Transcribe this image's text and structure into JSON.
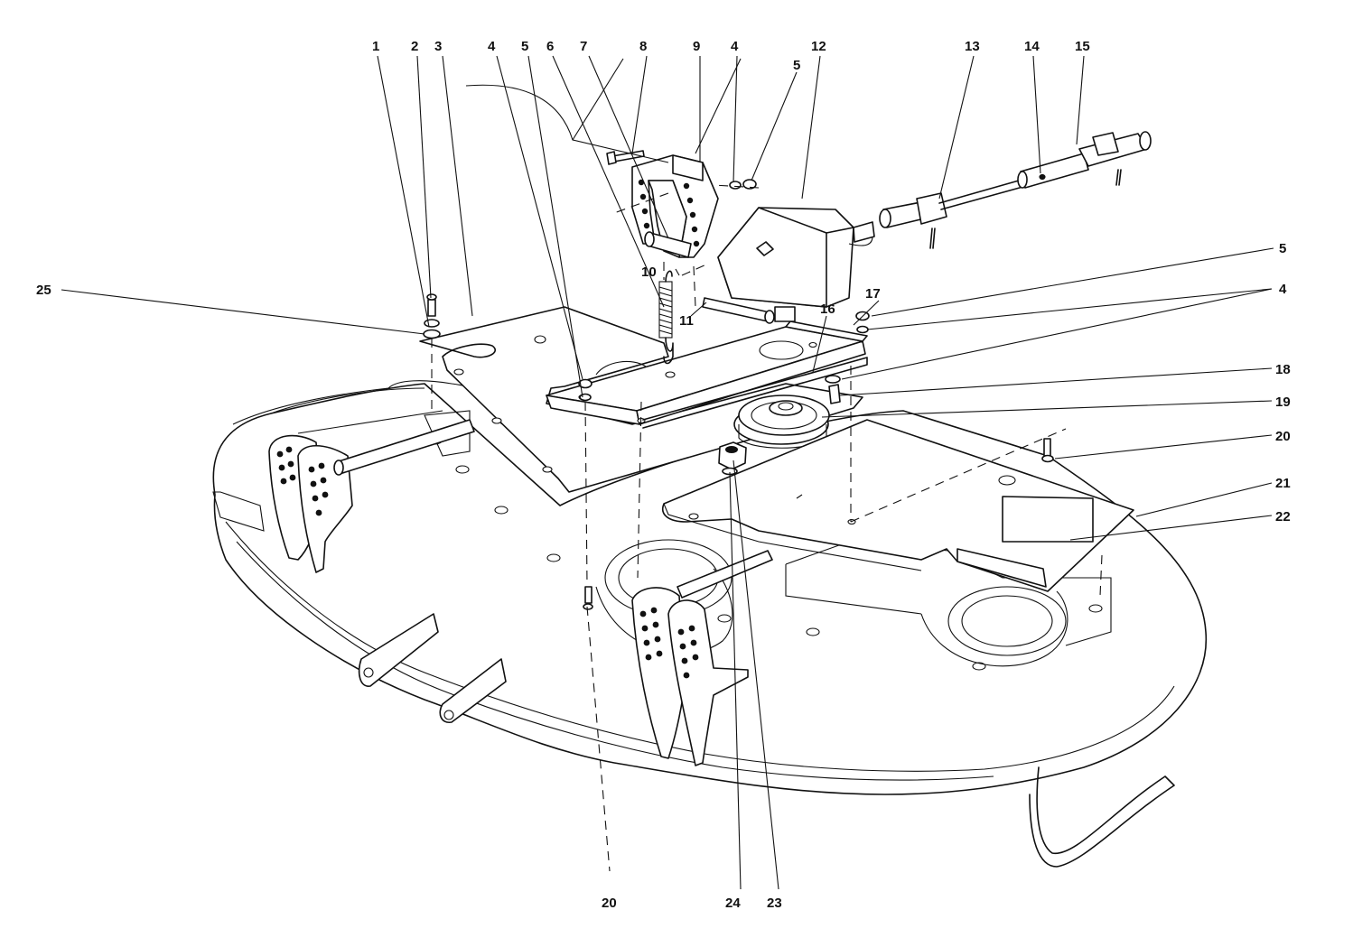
{
  "callouts": [
    {
      "id": "c1",
      "text": "1"
    },
    {
      "id": "c2",
      "text": "2"
    },
    {
      "id": "c3",
      "text": "3"
    },
    {
      "id": "c4a",
      "text": "4"
    },
    {
      "id": "c5a",
      "text": "5"
    },
    {
      "id": "c6",
      "text": "6"
    },
    {
      "id": "c7",
      "text": "7"
    },
    {
      "id": "c8",
      "text": "8"
    },
    {
      "id": "c9",
      "text": "9"
    },
    {
      "id": "c4b",
      "text": "4"
    },
    {
      "id": "c5b",
      "text": "5"
    },
    {
      "id": "c12",
      "text": "12"
    },
    {
      "id": "c13",
      "text": "13"
    },
    {
      "id": "c14",
      "text": "14"
    },
    {
      "id": "c15",
      "text": "15"
    },
    {
      "id": "c10",
      "text": "10"
    },
    {
      "id": "c11",
      "text": "11"
    },
    {
      "id": "c25",
      "text": "25"
    },
    {
      "id": "c5c",
      "text": "5"
    },
    {
      "id": "c4c",
      "text": "4"
    },
    {
      "id": "c17",
      "text": "17"
    },
    {
      "id": "c16",
      "text": "16"
    },
    {
      "id": "c18",
      "text": "18"
    },
    {
      "id": "c19",
      "text": "19"
    },
    {
      "id": "c20a",
      "text": "20"
    },
    {
      "id": "c21",
      "text": "21"
    },
    {
      "id": "c22",
      "text": "22"
    },
    {
      "id": "c20b",
      "text": "20"
    },
    {
      "id": "c24",
      "text": "24"
    },
    {
      "id": "c23",
      "text": "23"
    }
  ]
}
